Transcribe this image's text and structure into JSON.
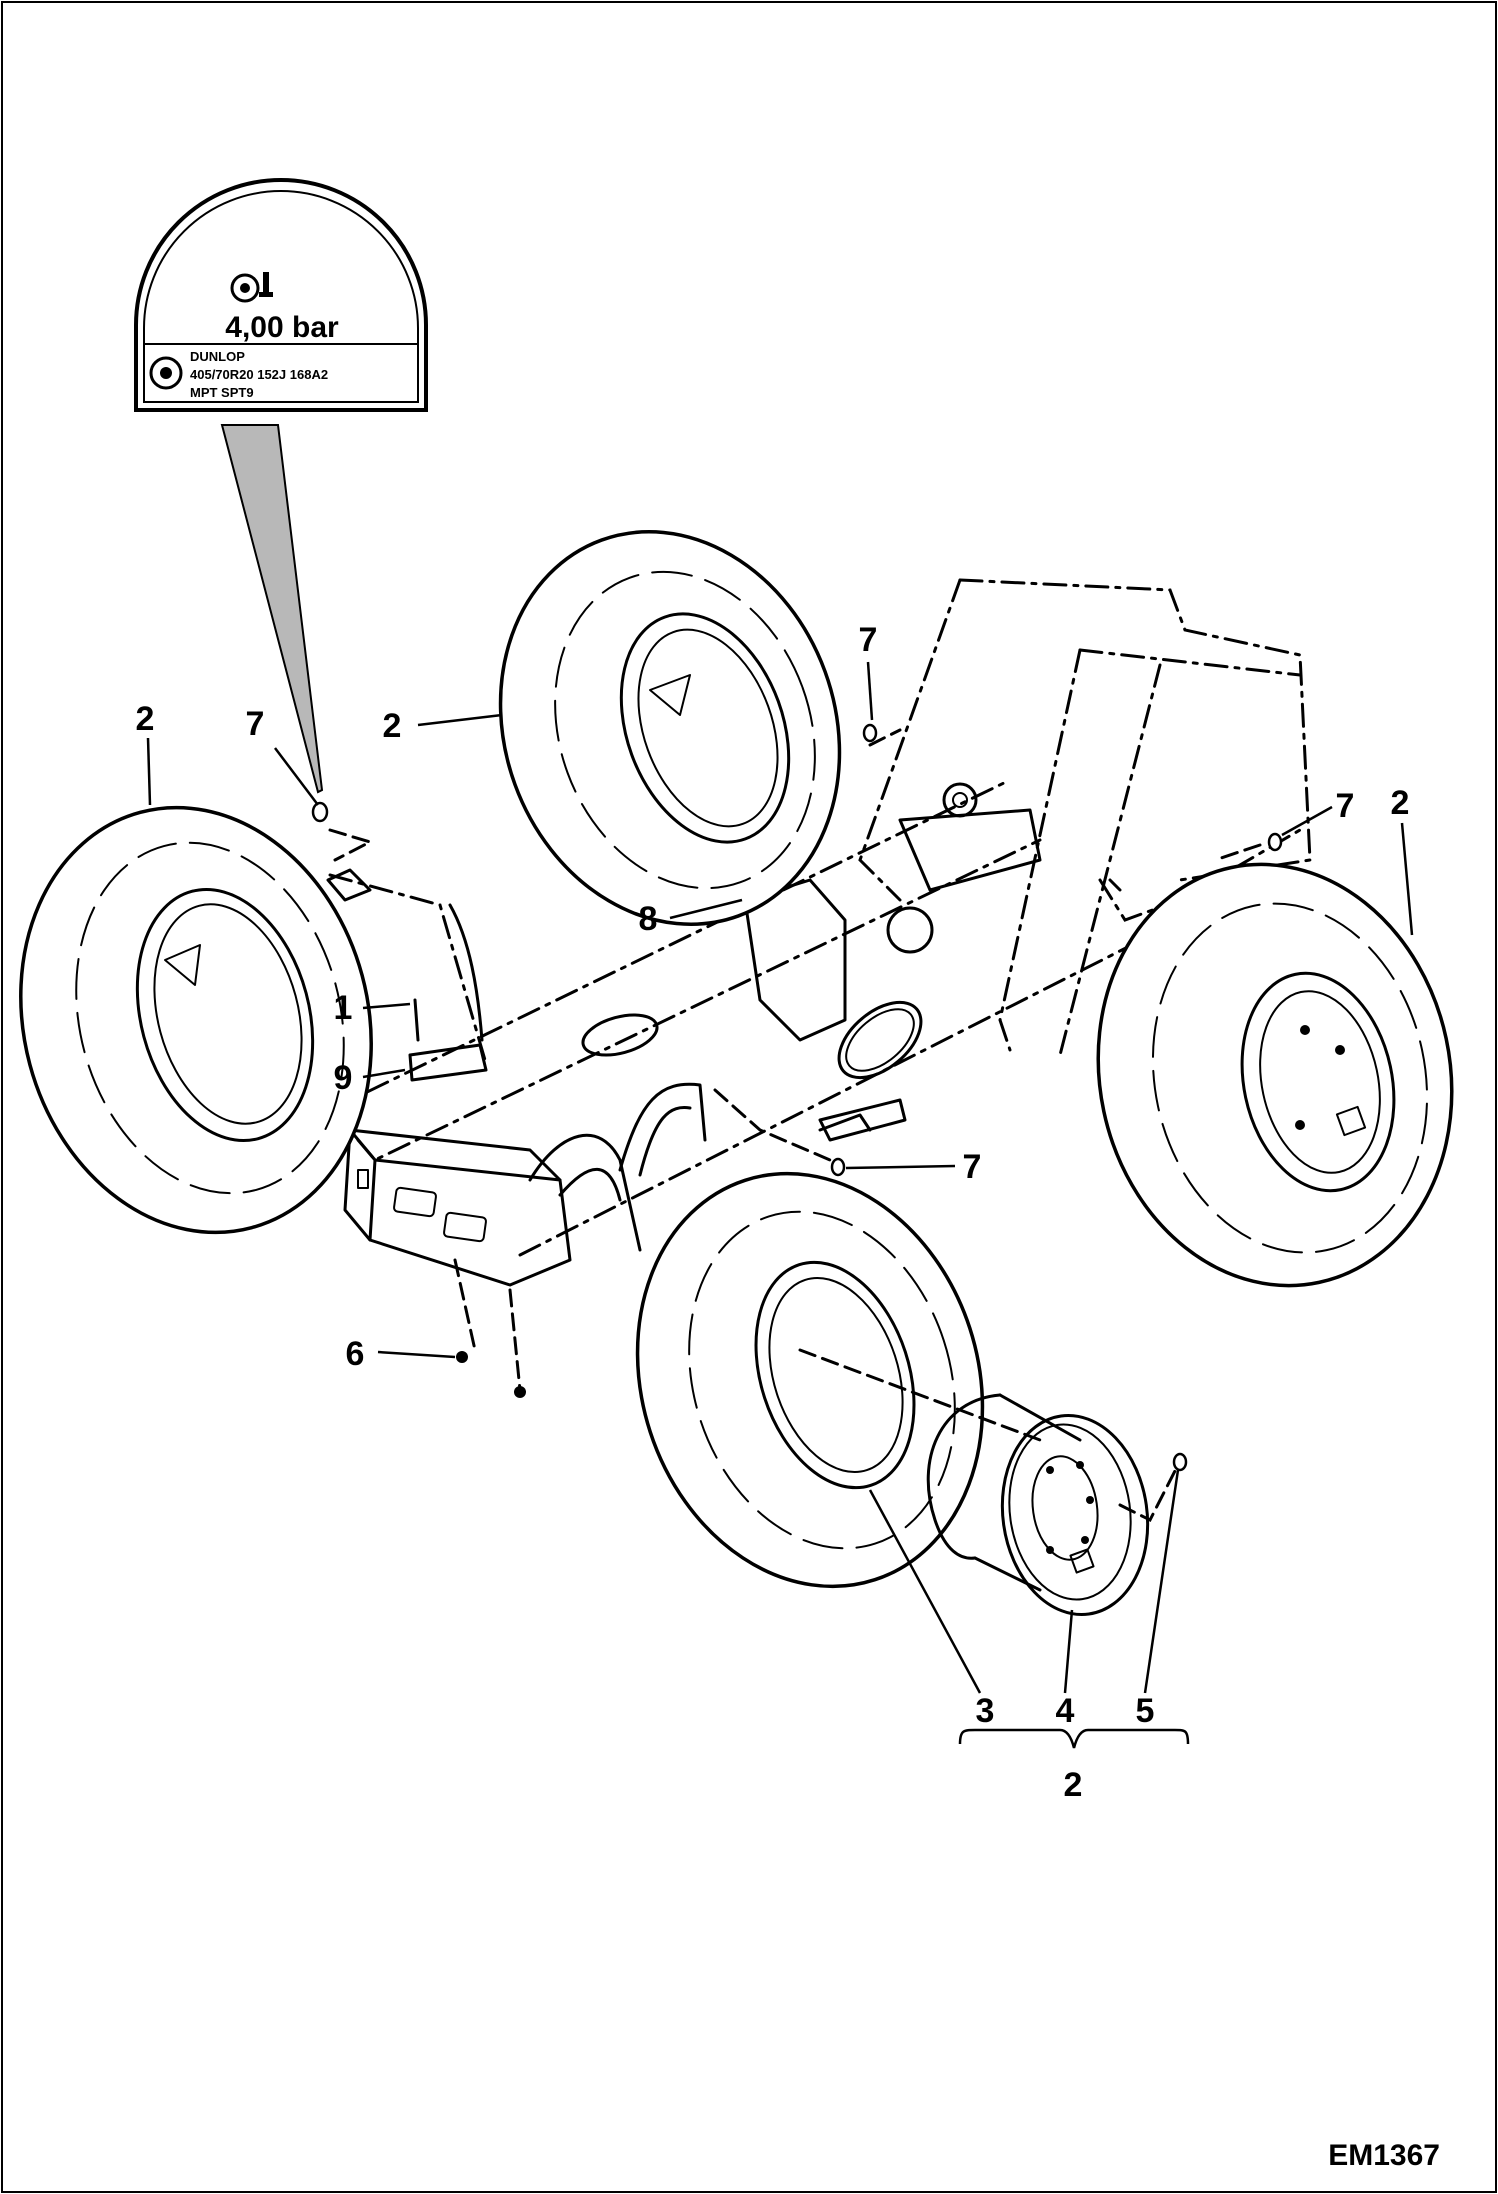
{
  "diagram": {
    "code": "EM1367",
    "decal": {
      "pressure": "4,00 bar",
      "brand": "DUNLOP",
      "size_line": "405/70R20  152J  168A2",
      "model_line": "MPT  SPT9"
    },
    "callouts": [
      {
        "id": "c-2-left",
        "text": "2"
      },
      {
        "id": "c-7-left",
        "text": "7"
      },
      {
        "id": "c-2-back",
        "text": "2"
      },
      {
        "id": "c-7-top",
        "text": "7"
      },
      {
        "id": "c-7-right",
        "text": "7"
      },
      {
        "id": "c-2-right",
        "text": "2"
      },
      {
        "id": "c-8",
        "text": "8"
      },
      {
        "id": "c-1",
        "text": "1"
      },
      {
        "id": "c-9",
        "text": "9"
      },
      {
        "id": "c-7-mid",
        "text": "7"
      },
      {
        "id": "c-6",
        "text": "6"
      },
      {
        "id": "c-3",
        "text": "3"
      },
      {
        "id": "c-4",
        "text": "4"
      },
      {
        "id": "c-5",
        "text": "5"
      },
      {
        "id": "c-2-group",
        "text": "2"
      }
    ]
  }
}
